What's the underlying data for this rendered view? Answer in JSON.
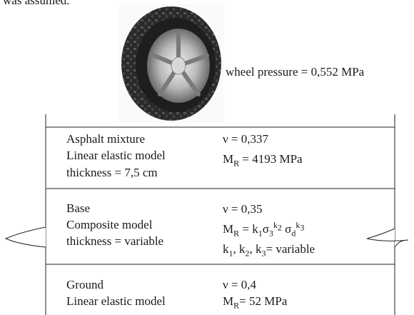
{
  "intro_text": "was assumed.",
  "wheel": {
    "image_icon": "tire-photo",
    "pressure_label": "wheel pressure = 0,552 MPa"
  },
  "layers": [
    {
      "name": "Asphalt mixture",
      "model": "Linear elastic model",
      "thickness": "thickness = 7,5 cm",
      "poisson": "ν  = 0,337",
      "modulus_symbol": "M",
      "modulus_sub": "R",
      "modulus_value": " = 4193 MPa"
    },
    {
      "name": "Base",
      "model": "Composite model",
      "thickness": "thickness = variable",
      "poisson": "ν  = 0,35",
      "modulus_symbol": "M",
      "modulus_sub": "R",
      "modulus_eq": " = k",
      "k1_sub": "1",
      "sigma3": "σ",
      "sigma3_sub": "3",
      "k2_sup": "k",
      "k2_sup_sub": "2",
      "sigmad": "σ",
      "sigmad_sub": "d",
      "k3_sup": "k",
      "k3_sup_sub": "3",
      "params_k": "k",
      "params_k1_sub": "1",
      "params_sep1": ", k",
      "params_k2_sub": "2",
      "params_sep2": ", k",
      "params_k3_sub": "3",
      "params_tail": "= variable"
    },
    {
      "name": "Ground",
      "model": "Linear elastic model",
      "poisson": "ν  = 0,4",
      "modulus_symbol": "M",
      "modulus_sub": "R",
      "modulus_value": "= 52 MPa"
    }
  ]
}
